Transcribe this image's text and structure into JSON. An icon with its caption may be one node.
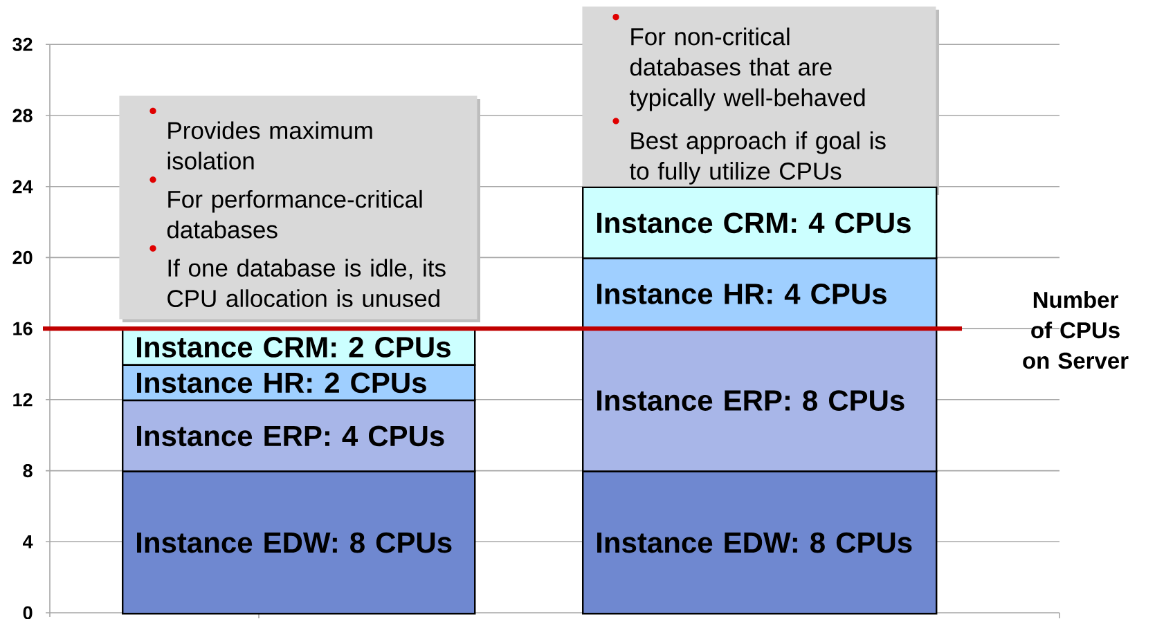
{
  "diagram": {
    "nodes": [
      {
        "text": [
          "Provides maximum isolation",
          "For performance-critical databases",
          "If one database is idle, its CPU allocation is unused"
        ]
      },
      {
        "text": [
          "Instance CRM: 2 CPUs"
        ]
      },
      {
        "text": [
          "Instance HR: 2 CPUs"
        ]
      },
      {
        "text": [
          "Instance ERP: 4 CPUs"
        ]
      },
      {
        "text": [
          "Instance EDW: 8 CPUs"
        ]
      },
      {
        "text": [
          "For non-critical databases that are typically well-behaved",
          "Best approach if goal is to fully utilize CPUs"
        ]
      },
      {
        "text": [
          "Instance CRM: 4 CPUs"
        ]
      },
      {
        "text": [
          "Instance HR: 4 CPUs"
        ]
      },
      {
        "text": [
          "Instance ERP: 8 CPUs"
        ]
      },
      {
        "text": [
          "Instance EDW: 8 CPUs"
        ]
      }
    ],
    "labels": [
      "32",
      "28",
      "24",
      "20",
      "16",
      "12",
      "8",
      "4",
      "0",
      "Number of CPUs on Server"
    ]
  }
}
